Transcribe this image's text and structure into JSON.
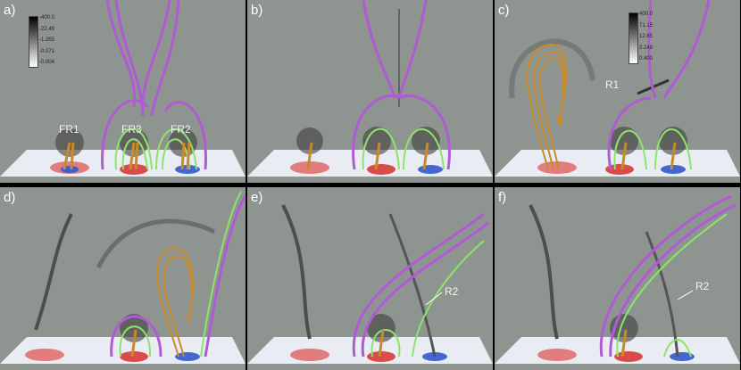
{
  "panels": [
    {
      "label": "a)",
      "colorbar": [
        "-400.0",
        "-22.49",
        "-1.265",
        "-0.071",
        "-0.004"
      ],
      "annotations": [
        "FR1",
        "FR3",
        "FR2"
      ]
    },
    {
      "label": "b)"
    },
    {
      "label": "c)",
      "colorbar": [
        "400.0",
        "71.15",
        "12.65",
        "2.249",
        "0.400"
      ],
      "annotations": [
        "R1"
      ]
    },
    {
      "label": "d)"
    },
    {
      "label": "e)",
      "annotations": [
        "R2"
      ]
    },
    {
      "label": "f)",
      "annotations": [
        "R2"
      ]
    }
  ],
  "colors": {
    "background": "#8e9590",
    "field_lines_outer": "#b05ad6",
    "field_lines_inner": "#8ee46a",
    "flux_rope": "#c98a2a",
    "magnetogram_positive": "#d85050",
    "magnetogram_negative": "#4a6fd0"
  }
}
